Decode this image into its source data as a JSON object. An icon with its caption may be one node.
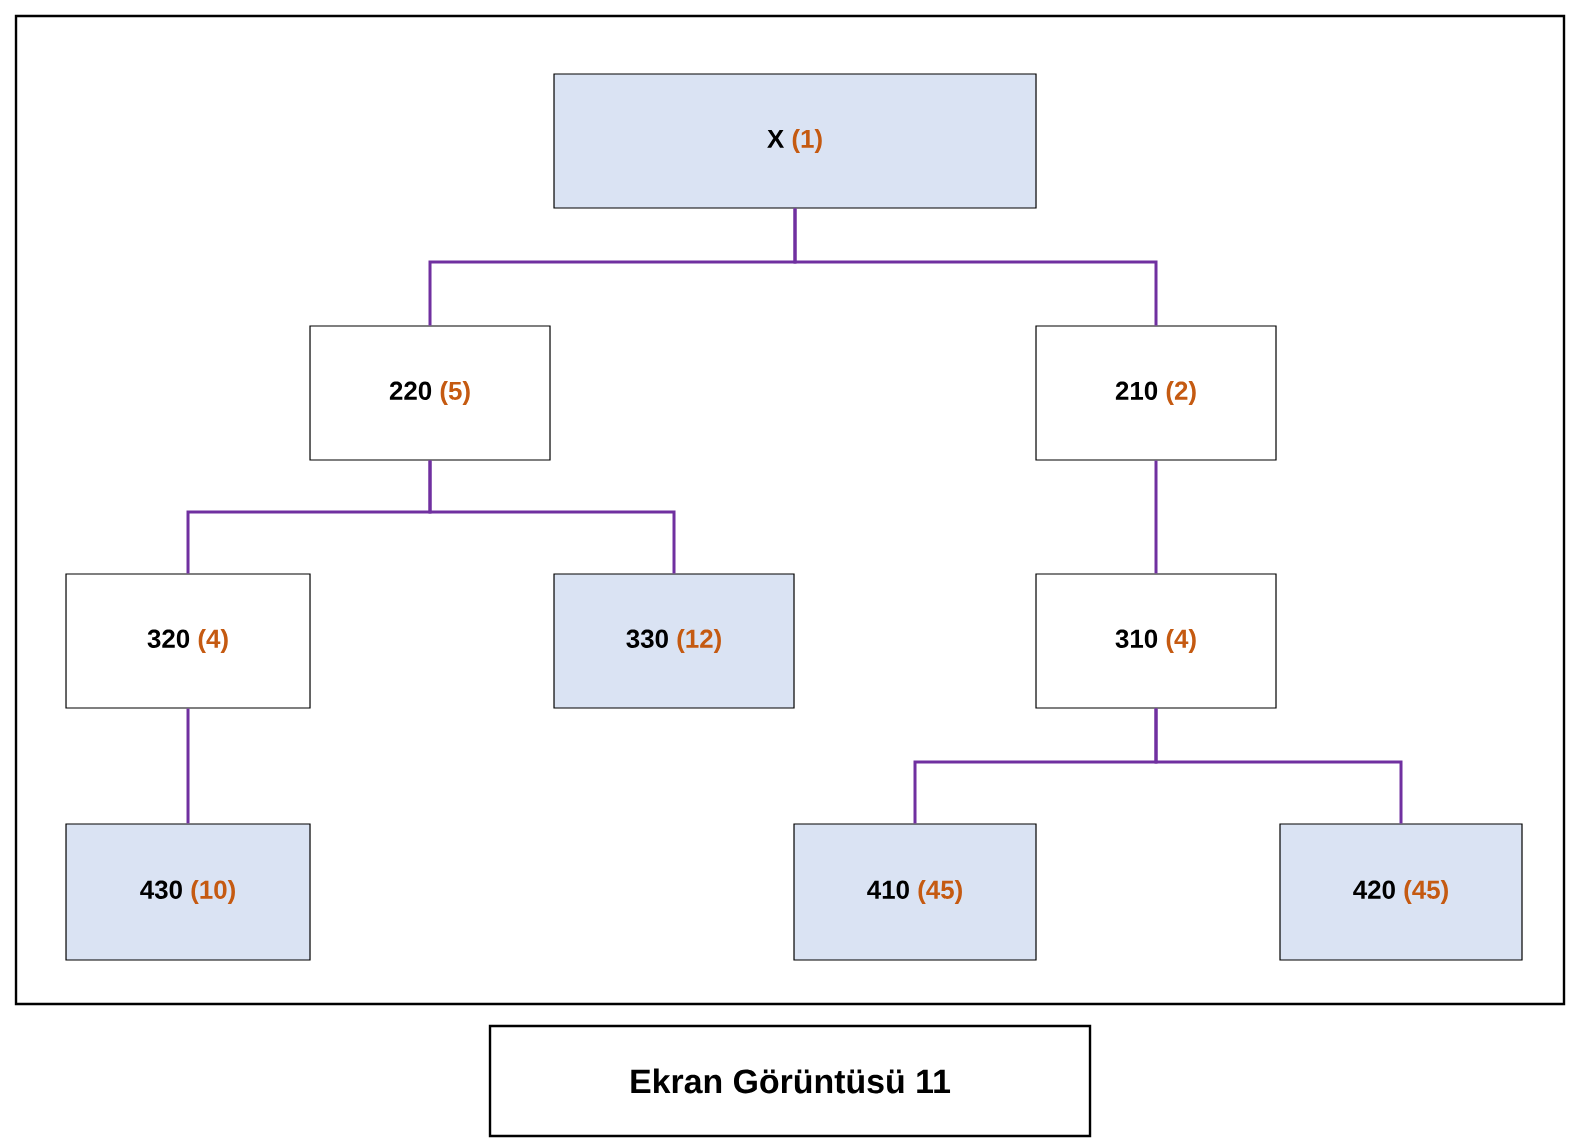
{
  "diagram": {
    "caption": "Ekran Görüntüsü 11",
    "nodes": [
      {
        "text": [
          "X",
          "(1)"
        ]
      },
      {
        "text": [
          "220",
          "(5)"
        ]
      },
      {
        "text": [
          "210",
          "(2)"
        ]
      },
      {
        "text": [
          "320",
          "(4)"
        ]
      },
      {
        "text": [
          "330",
          "(12)"
        ]
      },
      {
        "text": [
          "310",
          "(4)"
        ]
      },
      {
        "text": [
          "430",
          "(10)"
        ]
      },
      {
        "text": [
          "410",
          "(45)"
        ]
      },
      {
        "text": [
          "420",
          "(45)"
        ]
      }
    ],
    "edges": [
      {
        "from": 0,
        "to": 1,
        "arrow": "none"
      },
      {
        "from": 0,
        "to": 2,
        "arrow": "none"
      },
      {
        "from": 1,
        "to": 3,
        "arrow": "none"
      },
      {
        "from": 1,
        "to": 4,
        "arrow": "none"
      },
      {
        "from": 2,
        "to": 5,
        "arrow": "none"
      },
      {
        "from": 3,
        "to": 6,
        "arrow": "none"
      },
      {
        "from": 5,
        "to": 7,
        "arrow": "none"
      },
      {
        "from": 5,
        "to": 8,
        "arrow": "none"
      }
    ]
  }
}
